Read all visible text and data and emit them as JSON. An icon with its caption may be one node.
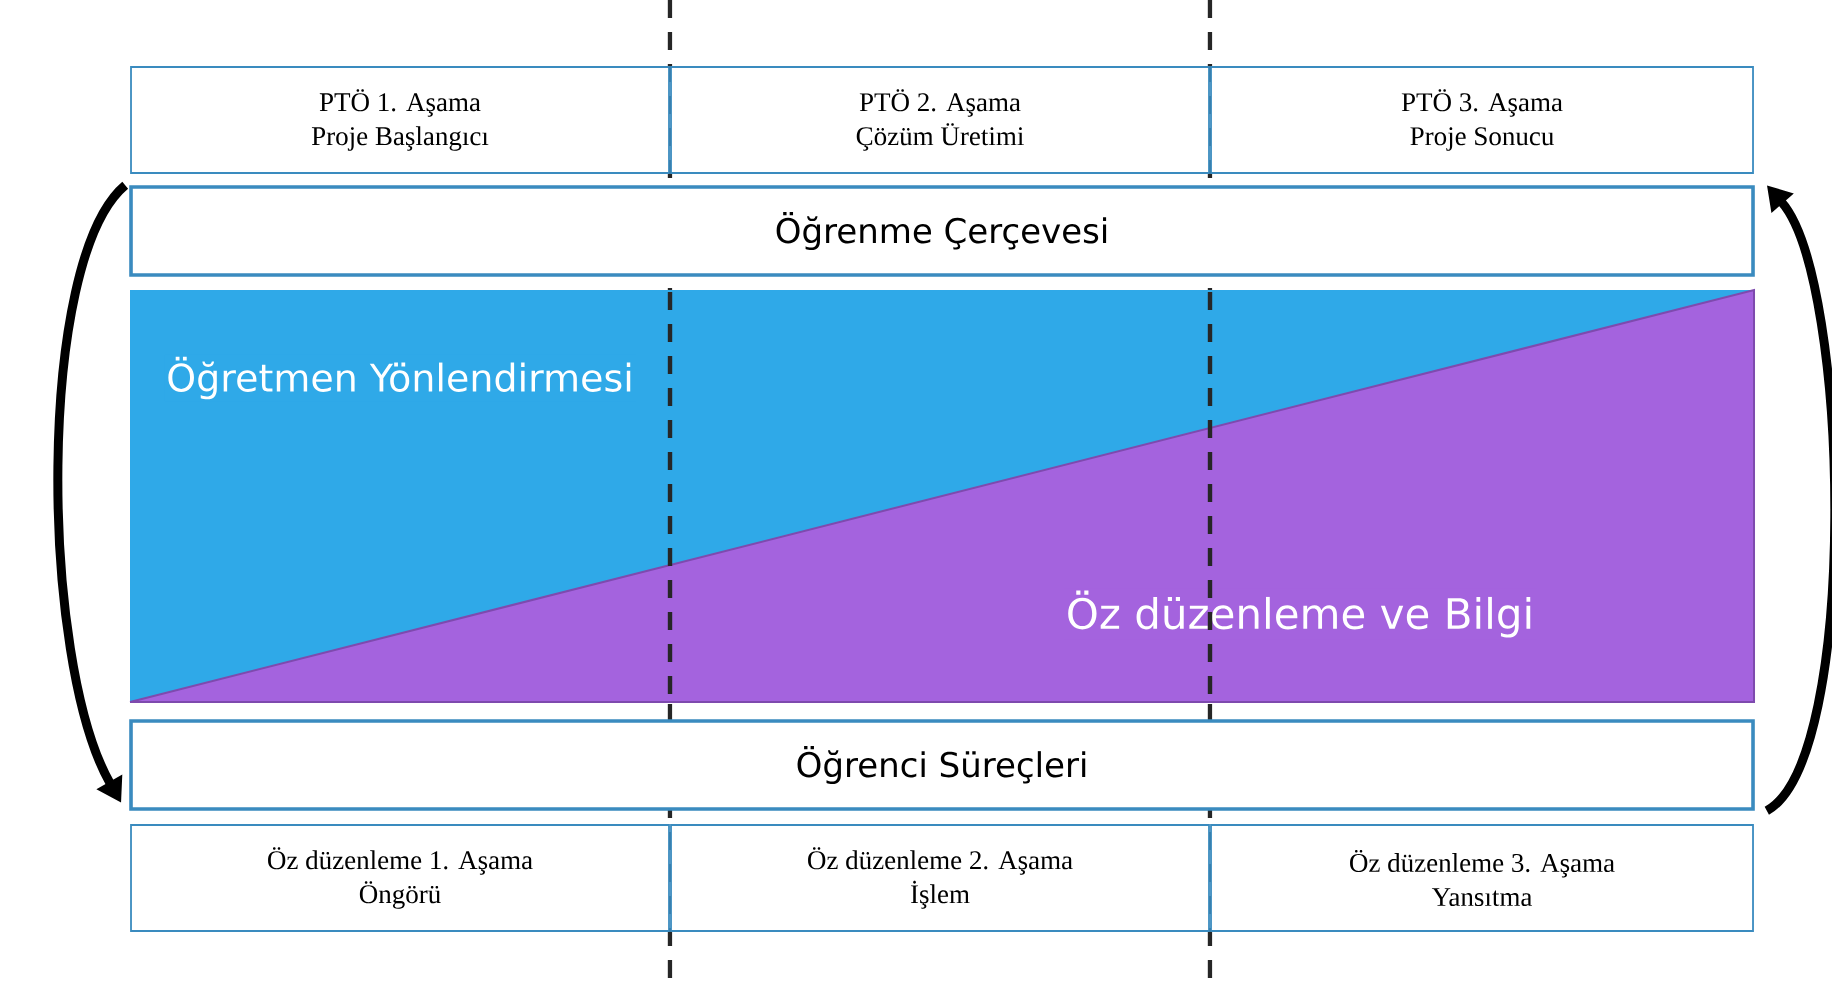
{
  "diagram": {
    "nodes": [
      {
        "text": [
          "PTÖ 1. Aşama",
          "Proje Başlangıcı"
        ]
      },
      {
        "text": [
          "PTÖ 2. Aşama",
          "Çözüm Üretimi"
        ]
      },
      {
        "text": [
          "PTÖ 3. Aşama",
          "Proje Sonucu"
        ]
      },
      {
        "text": [
          "Öğrenme Çerçevesi"
        ]
      },
      {
        "text": [
          "Öğretmen Yönlendirmesi"
        ]
      },
      {
        "text": [
          "Öz düzenleme ve Bilgi"
        ]
      },
      {
        "text": [
          "Öğrenci Süreçleri"
        ]
      },
      {
        "text": [
          "Öz düzenleme 1. Aşama",
          "Öngörü"
        ]
      },
      {
        "text": [
          "Öz düzenleme 2. Aşama",
          "İşlem"
        ]
      },
      {
        "text": [
          "Öz düzenleme 3. Aşama",
          "Yansıtma"
        ]
      }
    ],
    "edges": [
      {
        "from": 3,
        "to": 6,
        "arrow": "to"
      },
      {
        "from": 6,
        "to": 3,
        "arrow": "to"
      }
    ]
  }
}
